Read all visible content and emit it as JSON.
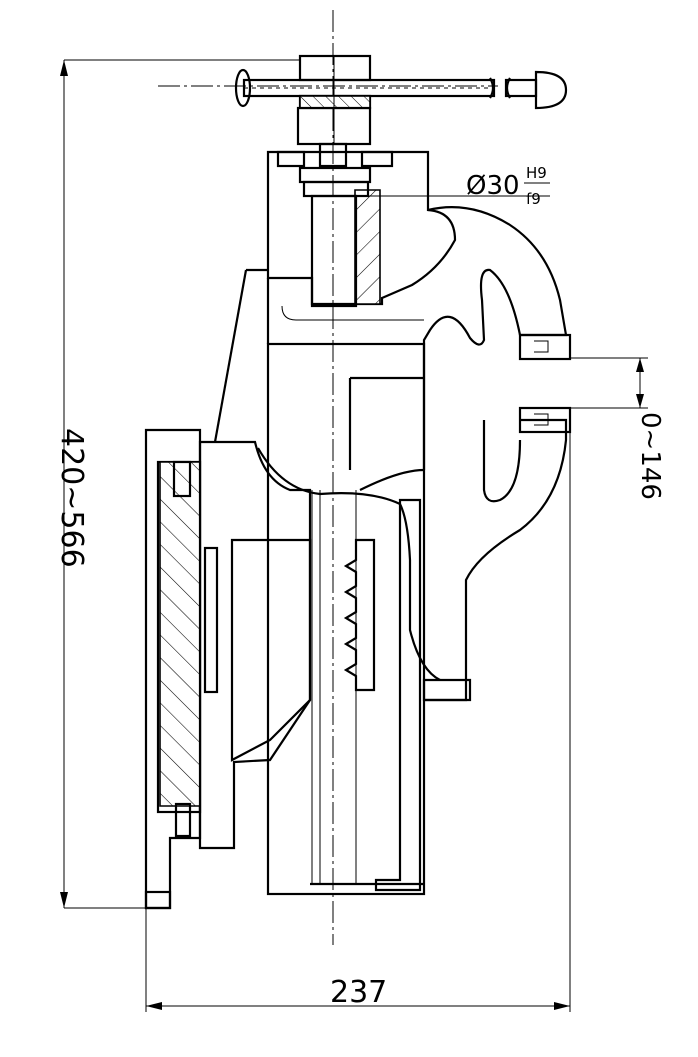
{
  "dimensions": {
    "height_range": "420~566",
    "width": "237",
    "jaw_opening": "0~146",
    "bore_symbol": "Ø30",
    "fit_hole": "H9",
    "fit_shaft": "f9"
  },
  "colors": {
    "line": "#000000",
    "background": "#ffffff"
  }
}
